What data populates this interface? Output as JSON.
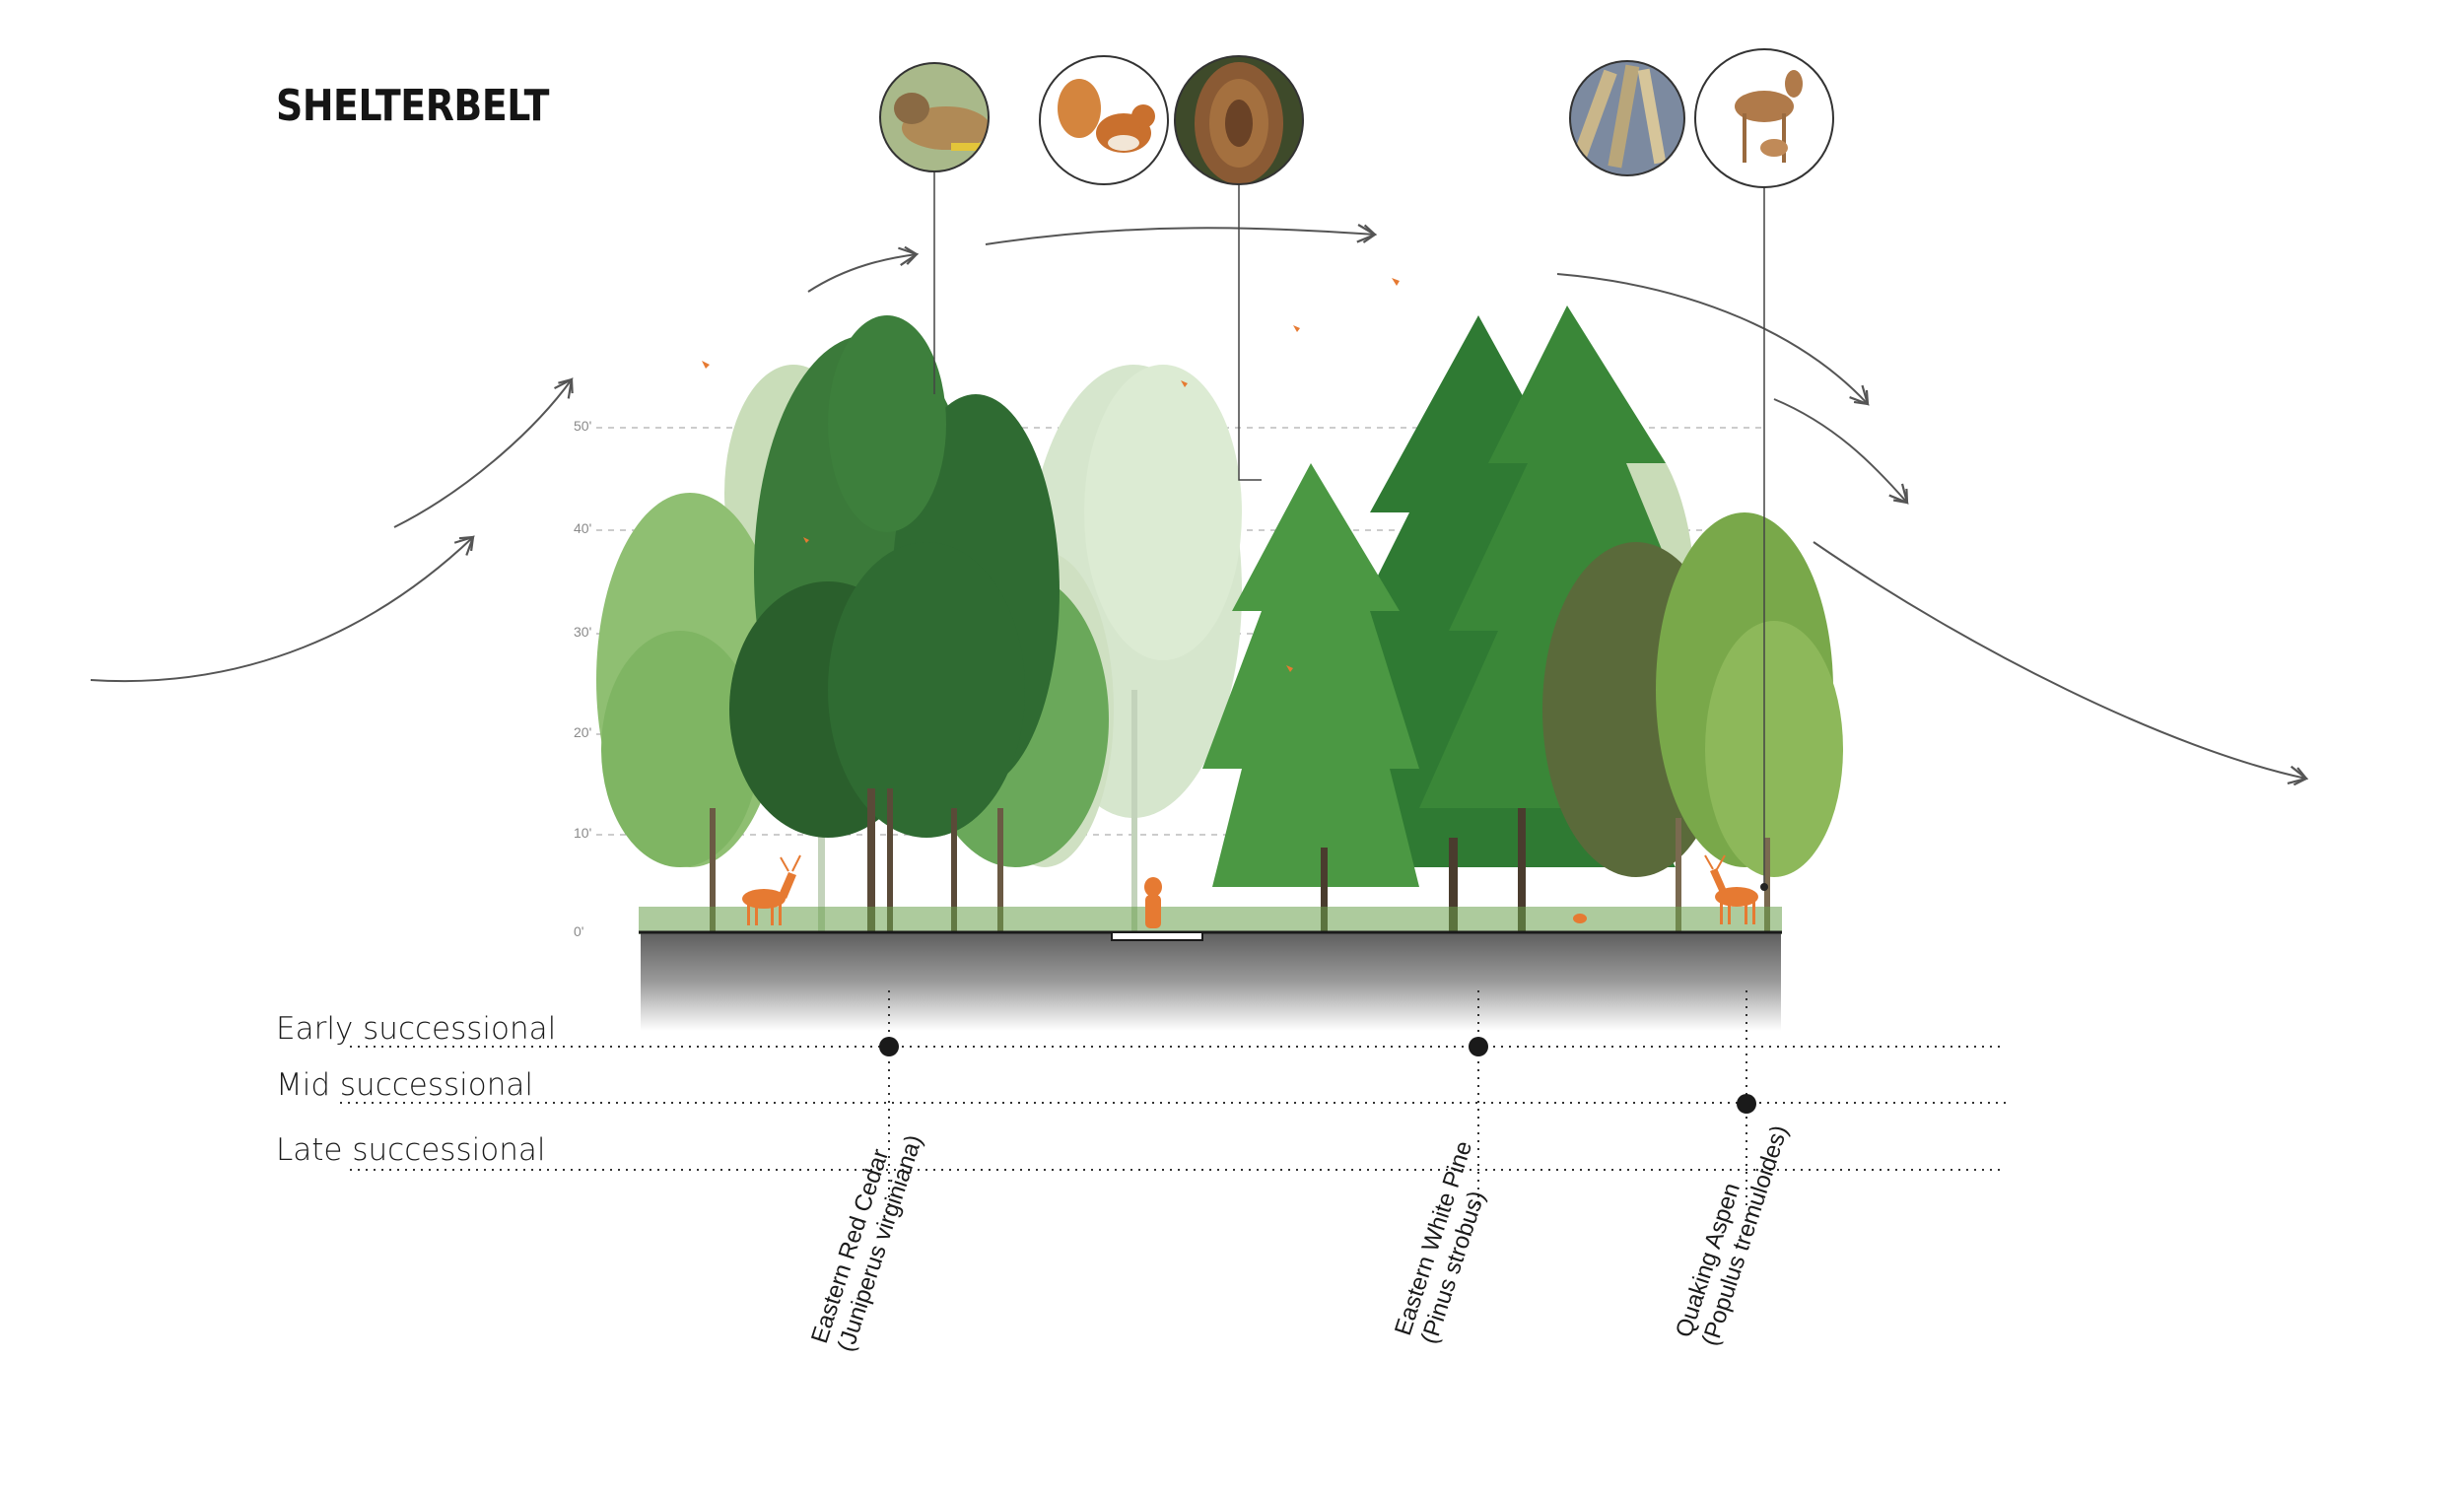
{
  "title": "SHELTERBELT",
  "height_scale": [
    "50'",
    "40'",
    "30'",
    "20'",
    "10'",
    "0'"
  ],
  "succession_stages": [
    "Early successional",
    "Mid successional",
    "Late successional"
  ],
  "species": [
    {
      "common": "Eastern Red Cedar",
      "latin": "(Juniperus virginiana)",
      "stage": "Early successional"
    },
    {
      "common": "Eastern White Pine",
      "latin": "(Pinus strobus)",
      "stage": "Early successional"
    },
    {
      "common": "Quaking Aspen",
      "latin": "(Populus tremuloides)",
      "stage": "Mid successional"
    }
  ],
  "wildlife_icons": [
    "cedar-waxwing-icon",
    "red-squirrel-icon",
    "pine-cone-icon",
    "aspen-catkin-icon",
    "white-tailed-deer-icon"
  ],
  "colors": {
    "dark_tree": "#2f6b32",
    "mid_tree": "#4f9247",
    "light_tree": "#8fbf72",
    "faded_tree": "#c7dcbc",
    "wildlife_accent": "#e67a32",
    "ground": "#8a8a8a",
    "line": "#333333"
  }
}
